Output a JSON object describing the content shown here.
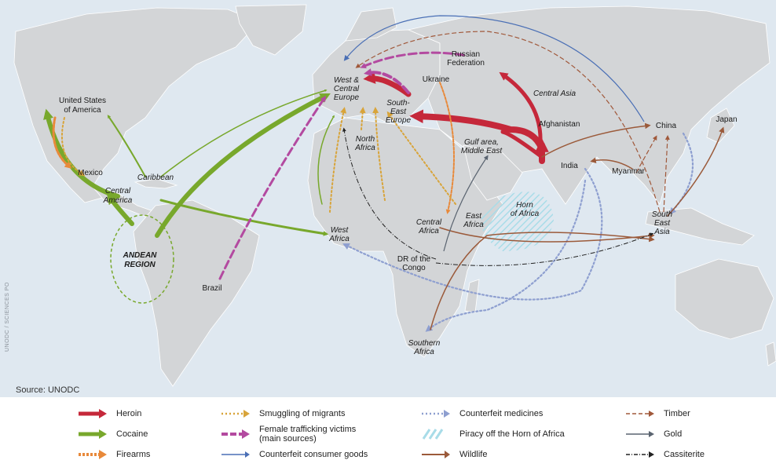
{
  "source": "Source: UNODC",
  "credit": "UNODC / SCIENCES PO",
  "colors": {
    "ocean": "#dfe8f0",
    "land": "#d3d5d7",
    "heroin": "#c5283a",
    "cocaine": "#78a82c",
    "firearms": "#e8893a",
    "migrants": "#d8a43a",
    "female_trafficking": "#b34aa0",
    "counterfeit_goods": "#4a6fb5",
    "counterfeit_medicines": "#8e9fd0",
    "piracy": "#a8dce8",
    "wildlife": "#9b5a3a",
    "timber": "#a0583a",
    "gold": "#5a6470",
    "cassiterite": "#222222"
  },
  "places": [
    {
      "name": "United States of America",
      "lines": [
        "United States",
        "of America"
      ],
      "italic": false
    },
    {
      "name": "Mexico",
      "lines": [
        "Mexico"
      ],
      "italic": false
    },
    {
      "name": "Central America",
      "lines": [
        "Central",
        "America"
      ],
      "italic": true
    },
    {
      "name": "Caribbean",
      "lines": [
        "Caribbean"
      ],
      "italic": true
    },
    {
      "name": "Andean Region",
      "lines": [
        "ANDEAN",
        "REGION"
      ],
      "italic": true
    },
    {
      "name": "Brazil",
      "lines": [
        "Brazil"
      ],
      "italic": false
    },
    {
      "name": "West & Central Europe",
      "lines": [
        "West &",
        "Central",
        "Europe"
      ],
      "italic": true
    },
    {
      "name": "North Africa",
      "lines": [
        "North",
        "Africa"
      ],
      "italic": true
    },
    {
      "name": "West Africa",
      "lines": [
        "West",
        "Africa"
      ],
      "italic": true
    },
    {
      "name": "South-East Europe",
      "lines": [
        "South-",
        "East",
        "Europe"
      ],
      "italic": true
    },
    {
      "name": "Ukraine",
      "lines": [
        "Ukraine"
      ],
      "italic": false
    },
    {
      "name": "Russian Federation",
      "lines": [
        "Russian",
        "Federation"
      ],
      "italic": false
    },
    {
      "name": "Central Asia",
      "lines": [
        "Central Asia"
      ],
      "italic": true
    },
    {
      "name": "Afghanistan",
      "lines": [
        "Afghanistan"
      ],
      "italic": false
    },
    {
      "name": "Gulf area, Middle East",
      "lines": [
        "Gulf area,",
        "Middle East"
      ],
      "italic": true
    },
    {
      "name": "Horn of Africa",
      "lines": [
        "Horn",
        "of Africa"
      ],
      "italic": true
    },
    {
      "name": "East Africa",
      "lines": [
        "East",
        "Africa"
      ],
      "italic": true
    },
    {
      "name": "Central Africa",
      "lines": [
        "Central",
        "Africa"
      ],
      "italic": true
    },
    {
      "name": "DR of the Congo",
      "lines": [
        "DR of the",
        "Congo"
      ],
      "italic": false
    },
    {
      "name": "Southern Africa",
      "lines": [
        "Southern",
        "Africa"
      ],
      "italic": true
    },
    {
      "name": "India",
      "lines": [
        "India"
      ],
      "italic": false
    },
    {
      "name": "Myanmar",
      "lines": [
        "Myanmar"
      ],
      "italic": false
    },
    {
      "name": "China",
      "lines": [
        "China"
      ],
      "italic": false
    },
    {
      "name": "Japan",
      "lines": [
        "Japan"
      ],
      "italic": false
    },
    {
      "name": "South East Asia",
      "lines": [
        "South",
        "East",
        "Asia"
      ],
      "italic": true
    }
  ],
  "legend": [
    {
      "key": "heroin",
      "label": "Heroin"
    },
    {
      "key": "cocaine",
      "label": "Cocaine"
    },
    {
      "key": "firearms",
      "label": "Firearms"
    },
    {
      "key": "migrants",
      "label": "Smuggling of migrants"
    },
    {
      "key": "female",
      "label": "Female trafficking victims (main sources)",
      "line1": "Female trafficking victims",
      "line2": "(main sources)"
    },
    {
      "key": "goods",
      "label": "Counterfeit consumer goods"
    },
    {
      "key": "medicines",
      "label": "Counterfeit medicines"
    },
    {
      "key": "piracy",
      "label": "Piracy off the Horn of Africa"
    },
    {
      "key": "wildlife",
      "label": "Wildlife"
    },
    {
      "key": "timber",
      "label": "Timber"
    },
    {
      "key": "gold",
      "label": "Gold"
    },
    {
      "key": "cassiterite",
      "label": "Cassiterite"
    }
  ]
}
